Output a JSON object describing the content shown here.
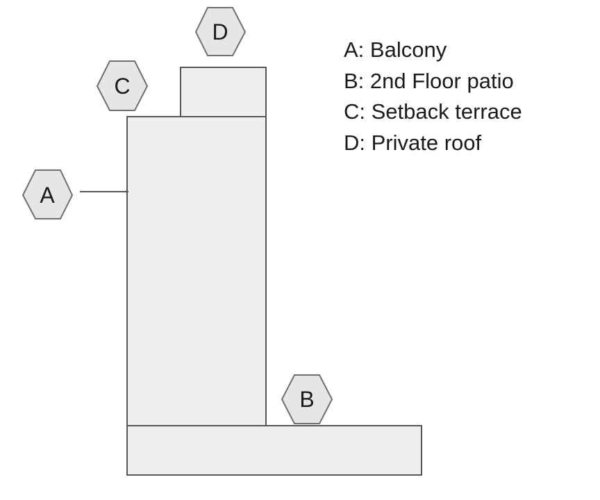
{
  "diagram": {
    "markers": {
      "a": "A",
      "b": "B",
      "c": "C",
      "d": "D"
    },
    "legend": [
      "A: Balcony",
      "B: 2nd Floor patio",
      "C: Setback terrace",
      "D: Private roof"
    ],
    "colors": {
      "block_fill": "#efefef",
      "block_stroke": "#555555",
      "marker_fill": "#e6e6e6",
      "marker_stroke": "#6f6f6f",
      "text": "#1a1a1a"
    }
  }
}
